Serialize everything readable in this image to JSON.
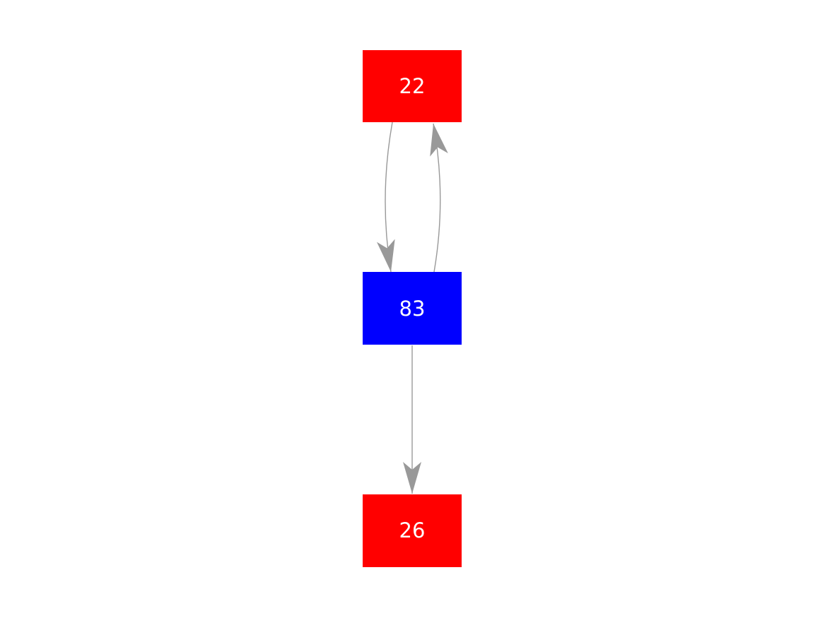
{
  "diagram": {
    "type": "directed-graph",
    "background_color": "#ffffff",
    "edge_color": "#999999",
    "nodes": [
      {
        "id": "22",
        "label": "22",
        "color": "#ff0000",
        "text_color": "#ffffff"
      },
      {
        "id": "83",
        "label": "83",
        "color": "#0000ff",
        "text_color": "#ffffff"
      },
      {
        "id": "26",
        "label": "26",
        "color": "#ff0000",
        "text_color": "#ffffff"
      }
    ],
    "edges": [
      {
        "from": "22",
        "to": "83",
        "shape": "curved-left",
        "arrowhead": "stealth"
      },
      {
        "from": "83",
        "to": "22",
        "shape": "curved-right",
        "arrowhead": "stealth"
      },
      {
        "from": "83",
        "to": "26",
        "shape": "straight",
        "arrowhead": "stealth"
      }
    ]
  }
}
